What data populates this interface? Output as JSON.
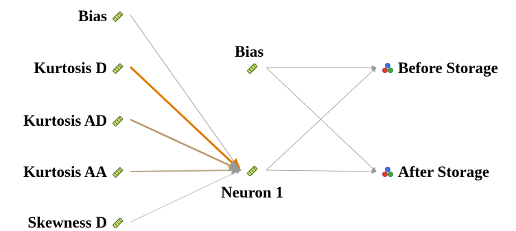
{
  "diagram": {
    "inputs": [
      {
        "id": "bias",
        "label": "Bias"
      },
      {
        "id": "kurtosis-d",
        "label": "Kurtosis D"
      },
      {
        "id": "kurtosis-ad",
        "label": "Kurtosis AD"
      },
      {
        "id": "kurtosis-aa",
        "label": "Kurtosis AA"
      },
      {
        "id": "skewness-d",
        "label": "Skewness D"
      }
    ],
    "hidden": [
      {
        "id": "bias2",
        "label": "Bias"
      },
      {
        "id": "neuron1",
        "label": "Neuron 1"
      }
    ],
    "outputs": [
      {
        "id": "before-storage",
        "label": "Before Storage"
      },
      {
        "id": "after-storage",
        "label": "After Storage"
      }
    ],
    "connections": [
      {
        "from": "bias",
        "to": "neuron1",
        "color": "#a0a0a0",
        "weight": 1
      },
      {
        "from": "kurtosis-d",
        "to": "neuron1",
        "color": "#e07800",
        "weight": 3
      },
      {
        "from": "kurtosis-ad",
        "to": "neuron1",
        "color": "#b59a6a",
        "weight": 2.5
      },
      {
        "from": "kurtosis-aa",
        "to": "neuron1",
        "color": "#b9a98a",
        "weight": 2
      },
      {
        "from": "skewness-d",
        "to": "neuron1",
        "color": "#bcbcbc",
        "weight": 1
      },
      {
        "from": "bias2",
        "to": "before-storage",
        "color": "#a8a8a8",
        "weight": 1
      },
      {
        "from": "bias2",
        "to": "after-storage",
        "color": "#a8a8a8",
        "weight": 1
      },
      {
        "from": "neuron1",
        "to": "before-storage",
        "color": "#a8a8a8",
        "weight": 1
      },
      {
        "from": "neuron1",
        "to": "after-storage",
        "color": "#a8a8a8",
        "weight": 1
      }
    ]
  }
}
